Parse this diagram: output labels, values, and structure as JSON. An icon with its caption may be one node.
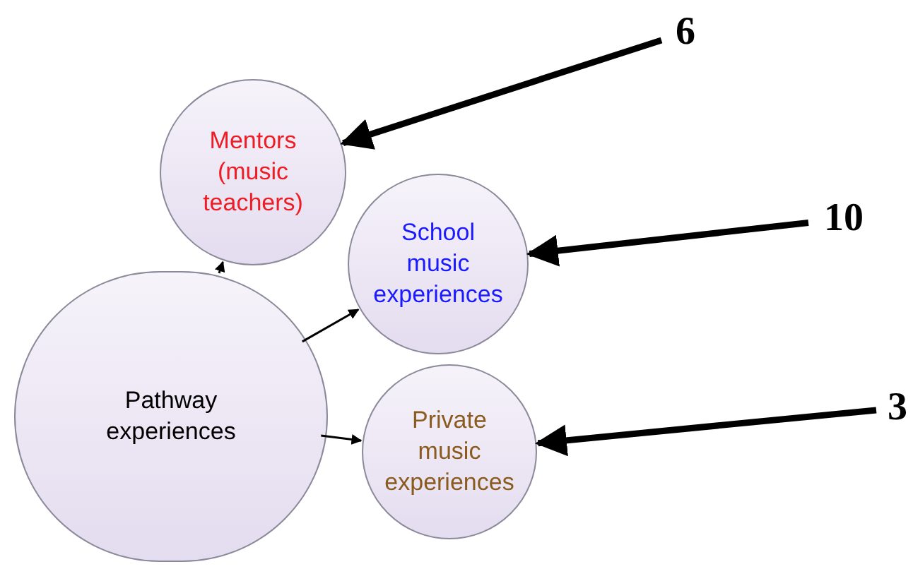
{
  "diagram": {
    "nodes": [
      {
        "text": [
          "6"
        ]
      },
      {
        "text": [
          "Mentors (music teachers)"
        ]
      },
      {
        "text": [
          "10"
        ]
      },
      {
        "text": [
          "School music experiences"
        ]
      },
      {
        "text": [
          "3"
        ]
      },
      {
        "text": [
          "Private music experiences"
        ]
      },
      {
        "text": [
          "Pathway experiences"
        ]
      }
    ],
    "edges": [
      {
        "from": 0,
        "to": 1,
        "arrow": "to",
        "style": "thick"
      },
      {
        "from": 2,
        "to": 3,
        "arrow": "to",
        "style": "thick"
      },
      {
        "from": 4,
        "to": 5,
        "arrow": "to",
        "style": "thick"
      },
      {
        "from": 6,
        "to": 1,
        "arrow": "to"
      },
      {
        "from": 6,
        "to": 3,
        "arrow": "to"
      },
      {
        "from": 6,
        "to": 5,
        "arrow": "to"
      }
    ]
  }
}
